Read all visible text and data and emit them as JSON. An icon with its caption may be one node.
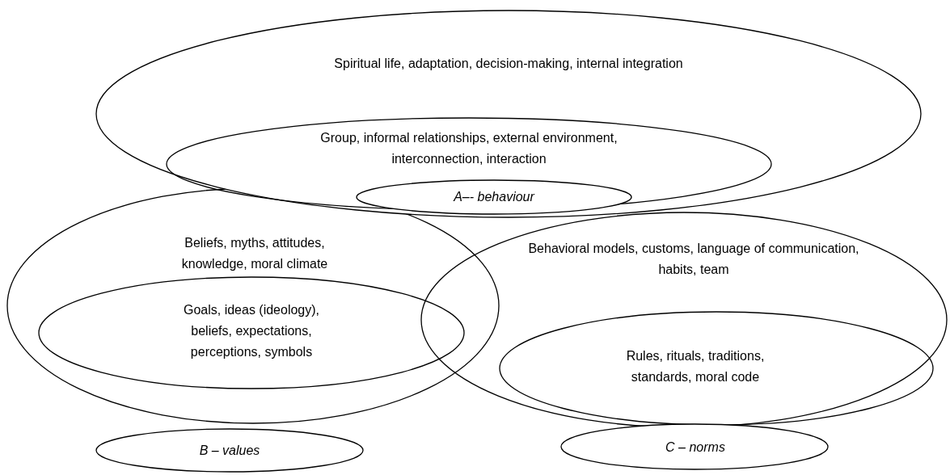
{
  "diagram": {
    "nodes": [
      {
        "text": [
          "Spiritual life, adaptation, decision-making, internal integration"
        ]
      },
      {
        "text": [
          "Group, informal relationships, external environment, interconnection, interaction"
        ],
        "in": 0
      },
      {
        "text": [
          "A–- behaviour"
        ],
        "in": 0
      },
      {
        "text": [
          "Beliefs, myths, attitudes, knowledge, moral climate"
        ]
      },
      {
        "text": [
          "Goals, ideas (ideology), beliefs, expectations, perceptions, symbols"
        ],
        "in": 3
      },
      {
        "text": [
          "B – values"
        ]
      },
      {
        "text": [
          "Behavioral models, customs, language of communication, habits, team"
        ]
      },
      {
        "text": [
          "Rules, rituals, traditions, standards, moral code"
        ],
        "in": 6
      },
      {
        "text": [
          "C – norms"
        ]
      }
    ]
  }
}
